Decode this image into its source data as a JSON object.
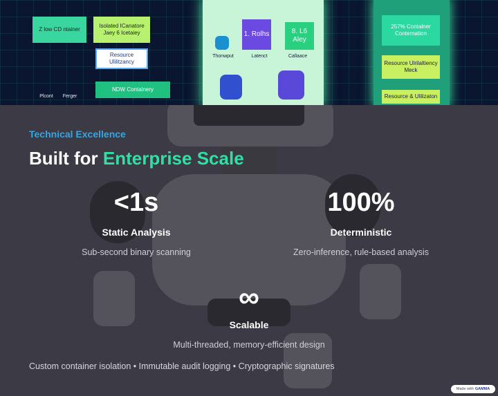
{
  "hero_image": {
    "labels": [
      "Z low CD ntainer",
      "Isolated ICanatore Jaey 6 Icetaiey",
      "Resource Ulilitzancy",
      "NDW Contalnery",
      "Thonwput",
      "Latenct",
      "Callaace",
      "1. Rolhs",
      "8. L6 Aley",
      "257% Contalner Conternation",
      "Resource Ulrilaltiency Meck",
      "Resource & Ulilizaton",
      "Plcont",
      "Ferger"
    ]
  },
  "section": {
    "eyebrow": "Technical Excellence",
    "title_prefix": "Built for ",
    "title_accent": "Enterprise Scale",
    "accent_color": "#2fe0a4",
    "eyebrow_color": "#38a5e0"
  },
  "stats": [
    {
      "value": "<1s",
      "heading": "Static Analysis",
      "desc": "Sub-second binary scanning"
    },
    {
      "value": "100%",
      "heading": "Deterministic",
      "desc": "Zero-inference, rule-based analysis"
    },
    {
      "value": "∞",
      "heading": "Scalable",
      "desc": "Multi-threaded, memory-efficient design"
    }
  ],
  "footer_text": "Custom container isolation • Immutable audit logging • Cryptographic signatures",
  "badge": {
    "prefix": "Made with",
    "brand": "GAMMA"
  }
}
